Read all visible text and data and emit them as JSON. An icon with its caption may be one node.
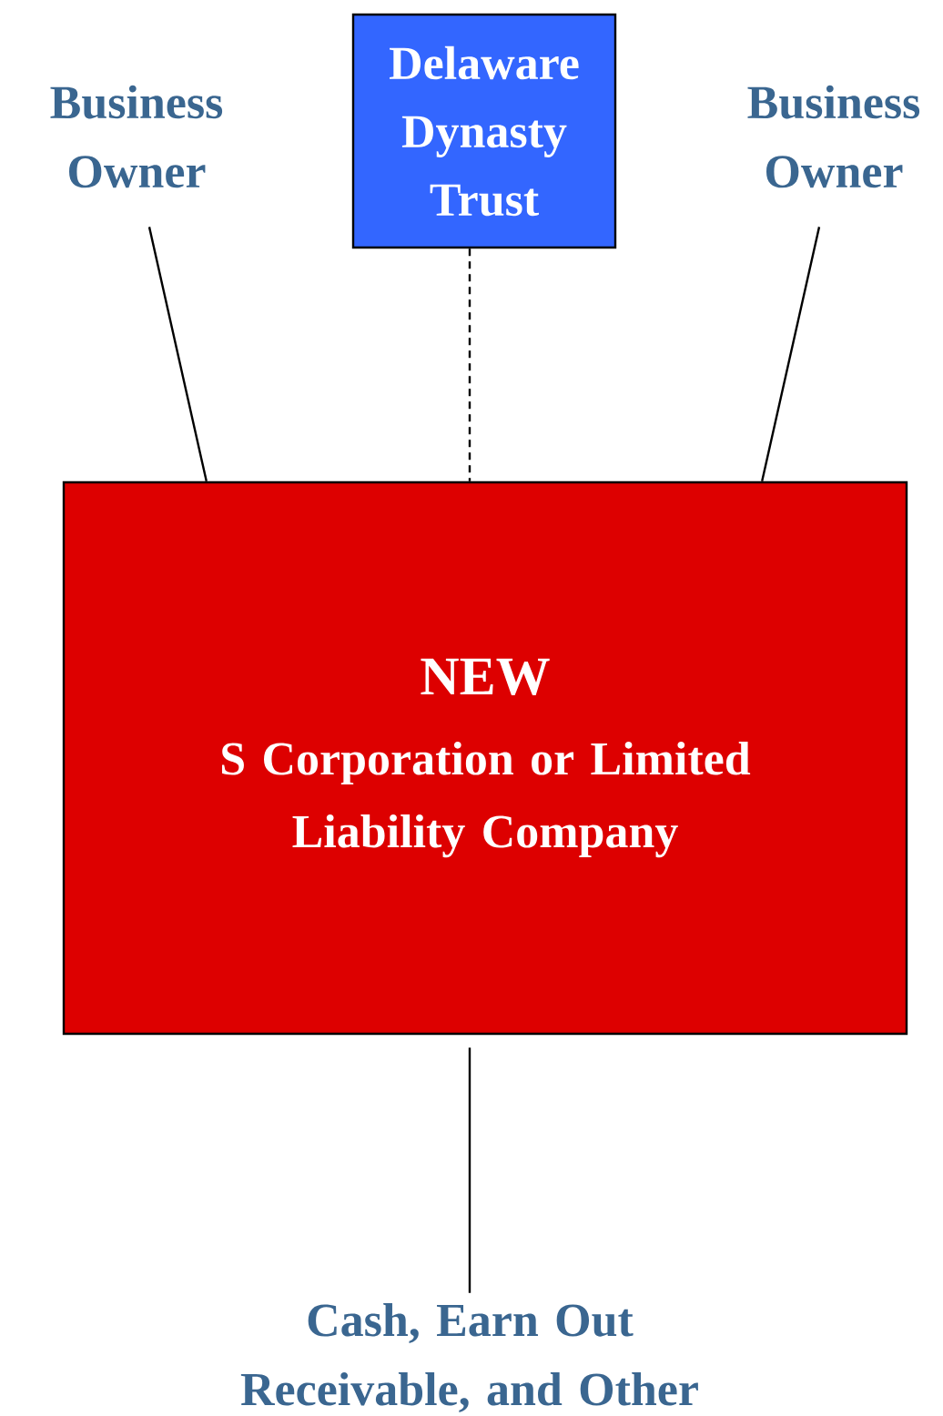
{
  "diagram": {
    "nodes": [
      {
        "text": [
          "Business Owner"
        ]
      },
      {
        "text": [
          "Delaware Dynasty Trust"
        ]
      },
      {
        "text": [
          "Business Owner"
        ]
      },
      {
        "text": [
          "NEW",
          "S Corporation or Limited Liability Company"
        ]
      },
      {
        "text": [
          "Cash, Earn Out Receivable, and Other"
        ]
      }
    ],
    "edges": [
      {
        "from": 0,
        "to": 3,
        "arrow": "none"
      },
      {
        "from": 1,
        "to": 3,
        "arrow": "none",
        "style": "dashed"
      },
      {
        "from": 2,
        "to": 3,
        "arrow": "none"
      },
      {
        "from": 3,
        "to": 4,
        "arrow": "none"
      }
    ]
  }
}
